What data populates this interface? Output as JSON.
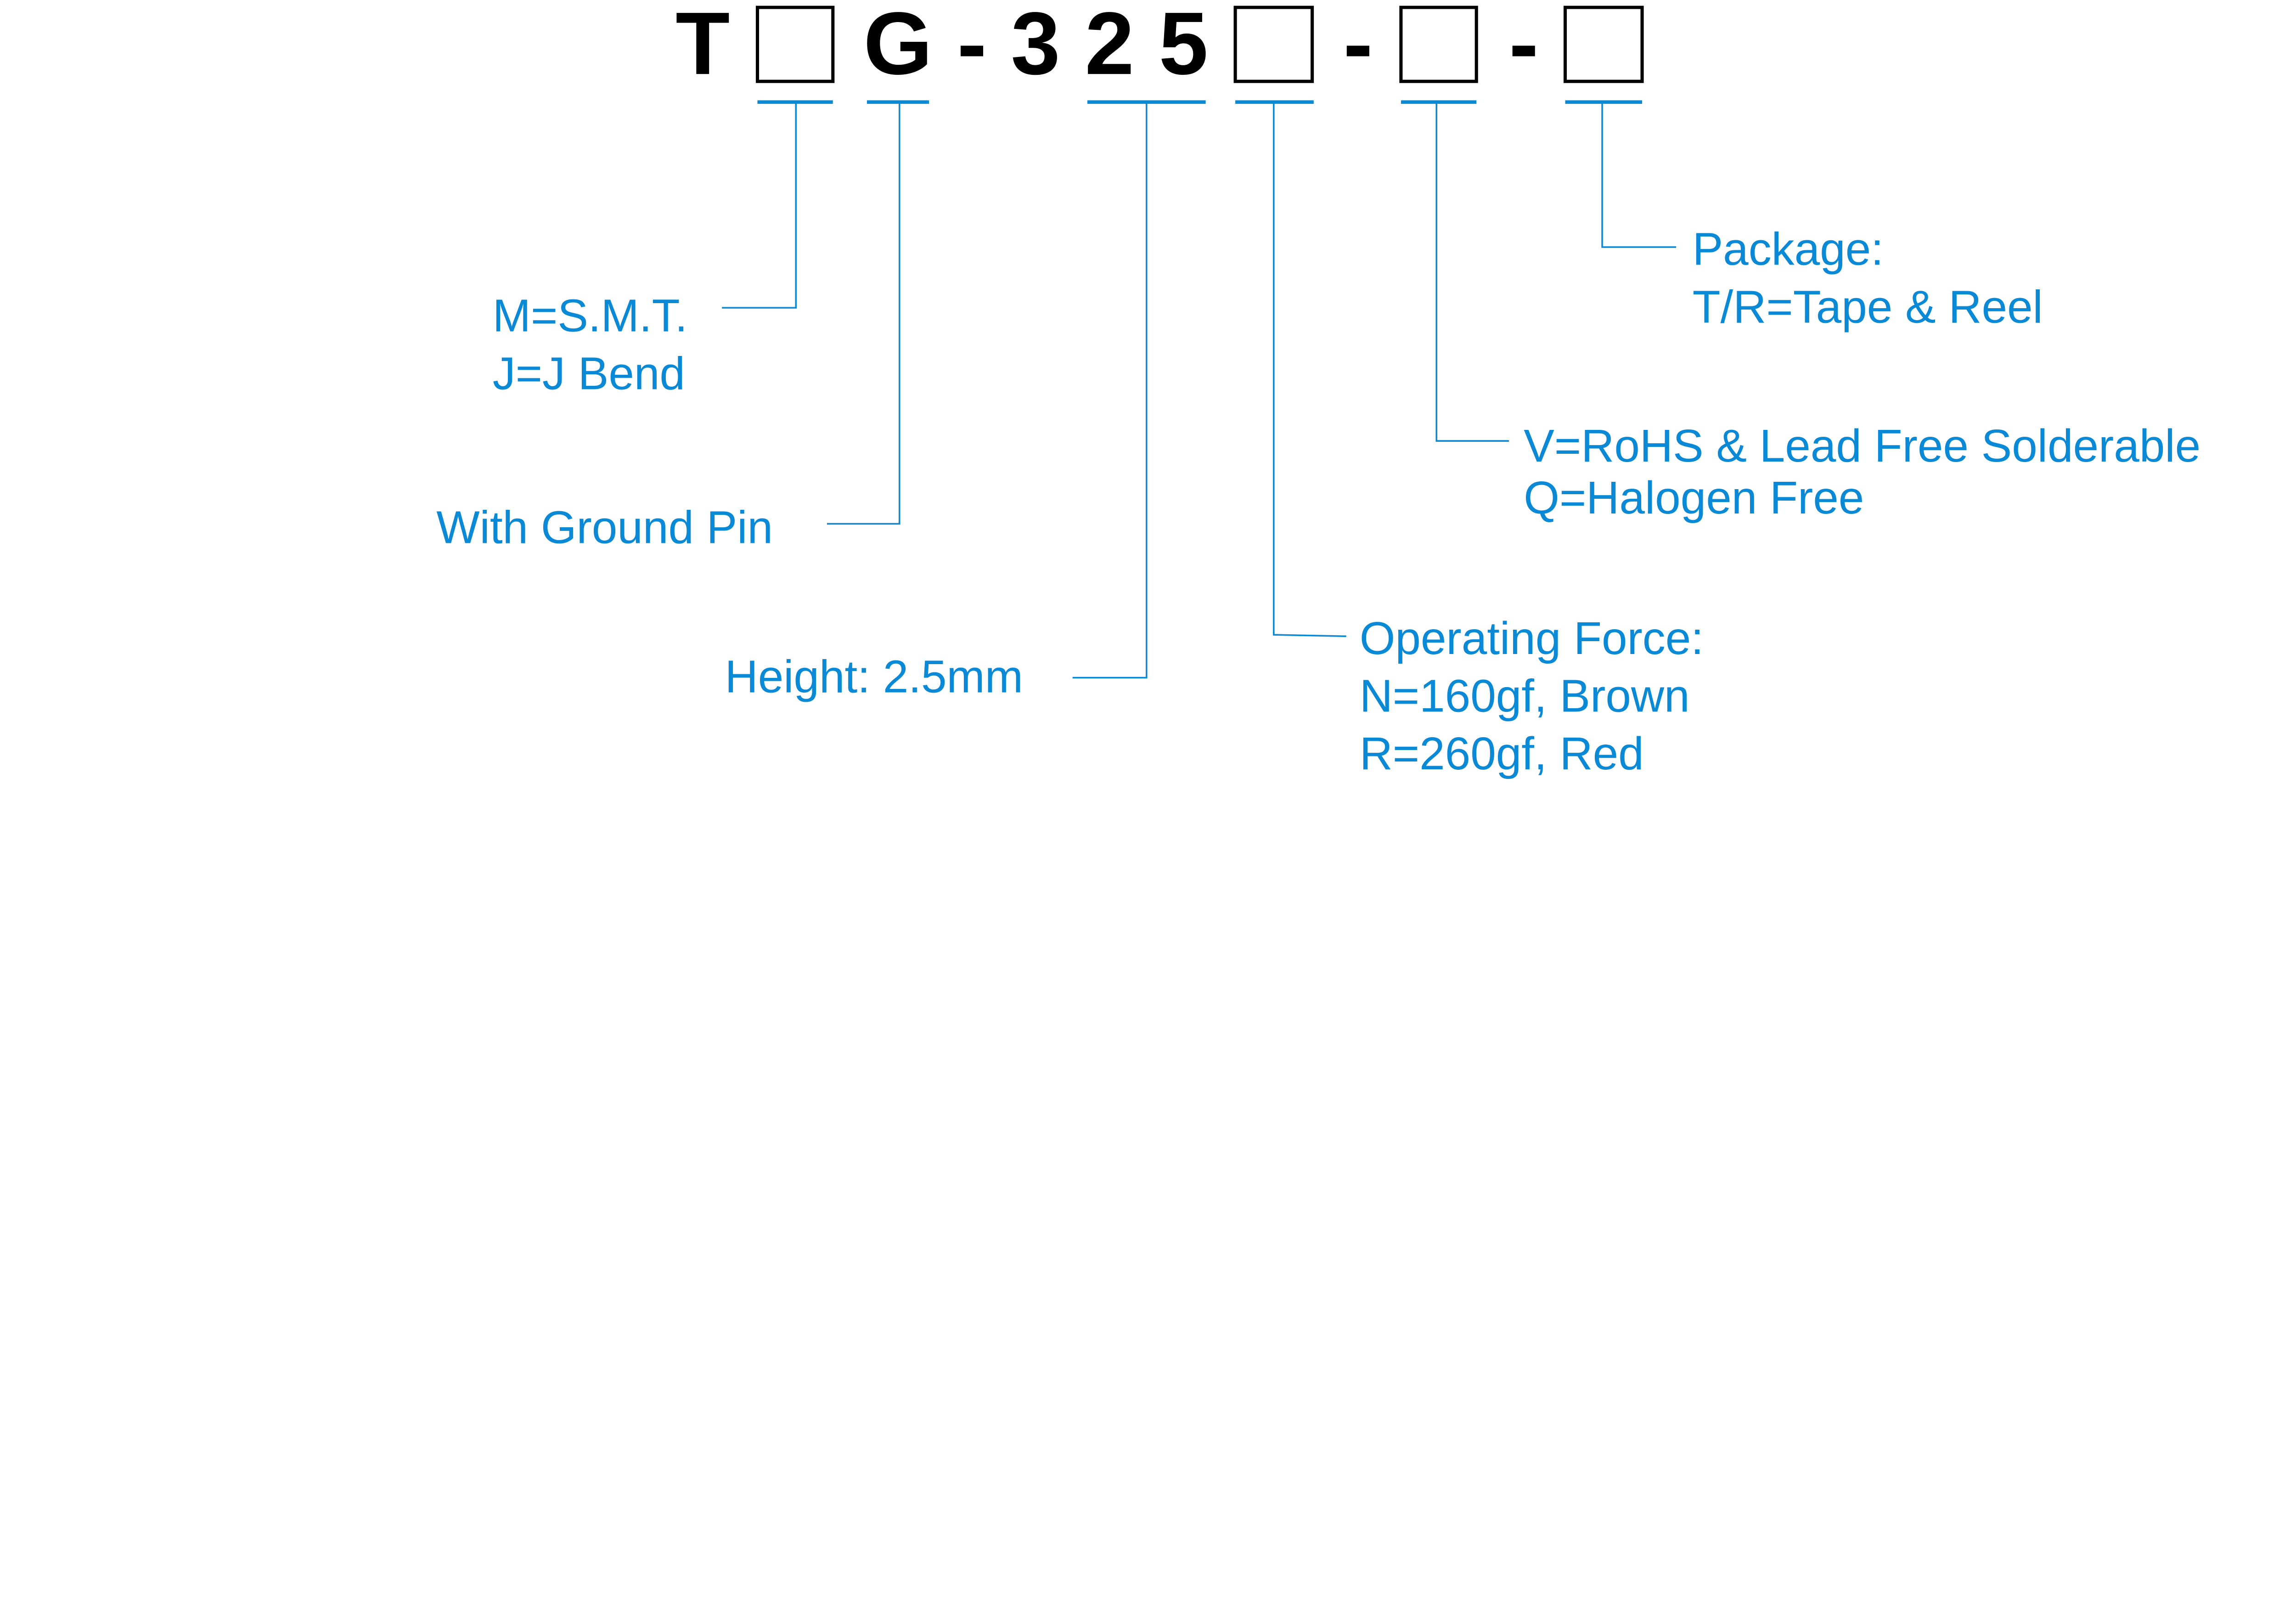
{
  "colors": {
    "accent": "#0a8ad6",
    "code": "#000000"
  },
  "part_number": {
    "prefix": "T",
    "g": "G",
    "dash1": "-",
    "d3": "3",
    "d2": "2",
    "d5": "5",
    "dash2": "-",
    "dash3": "-"
  },
  "callouts": {
    "terminal": {
      "line1": "M=S.M.T.",
      "line2": "J=J Bend"
    },
    "ground": {
      "line1": "With Ground Pin"
    },
    "height": {
      "line1": "Height: 2.5mm"
    },
    "force": {
      "line1": "Operating Force:",
      "line2": "N=160gf, Brown",
      "line3": "R=260gf, Red"
    },
    "rohs": {
      "line1": "V=RoHS & Lead Free Solderable",
      "line2": "Q=Halogen Free"
    },
    "package": {
      "line1": "Package:",
      "line2": "T/R=Tape & Reel"
    }
  }
}
